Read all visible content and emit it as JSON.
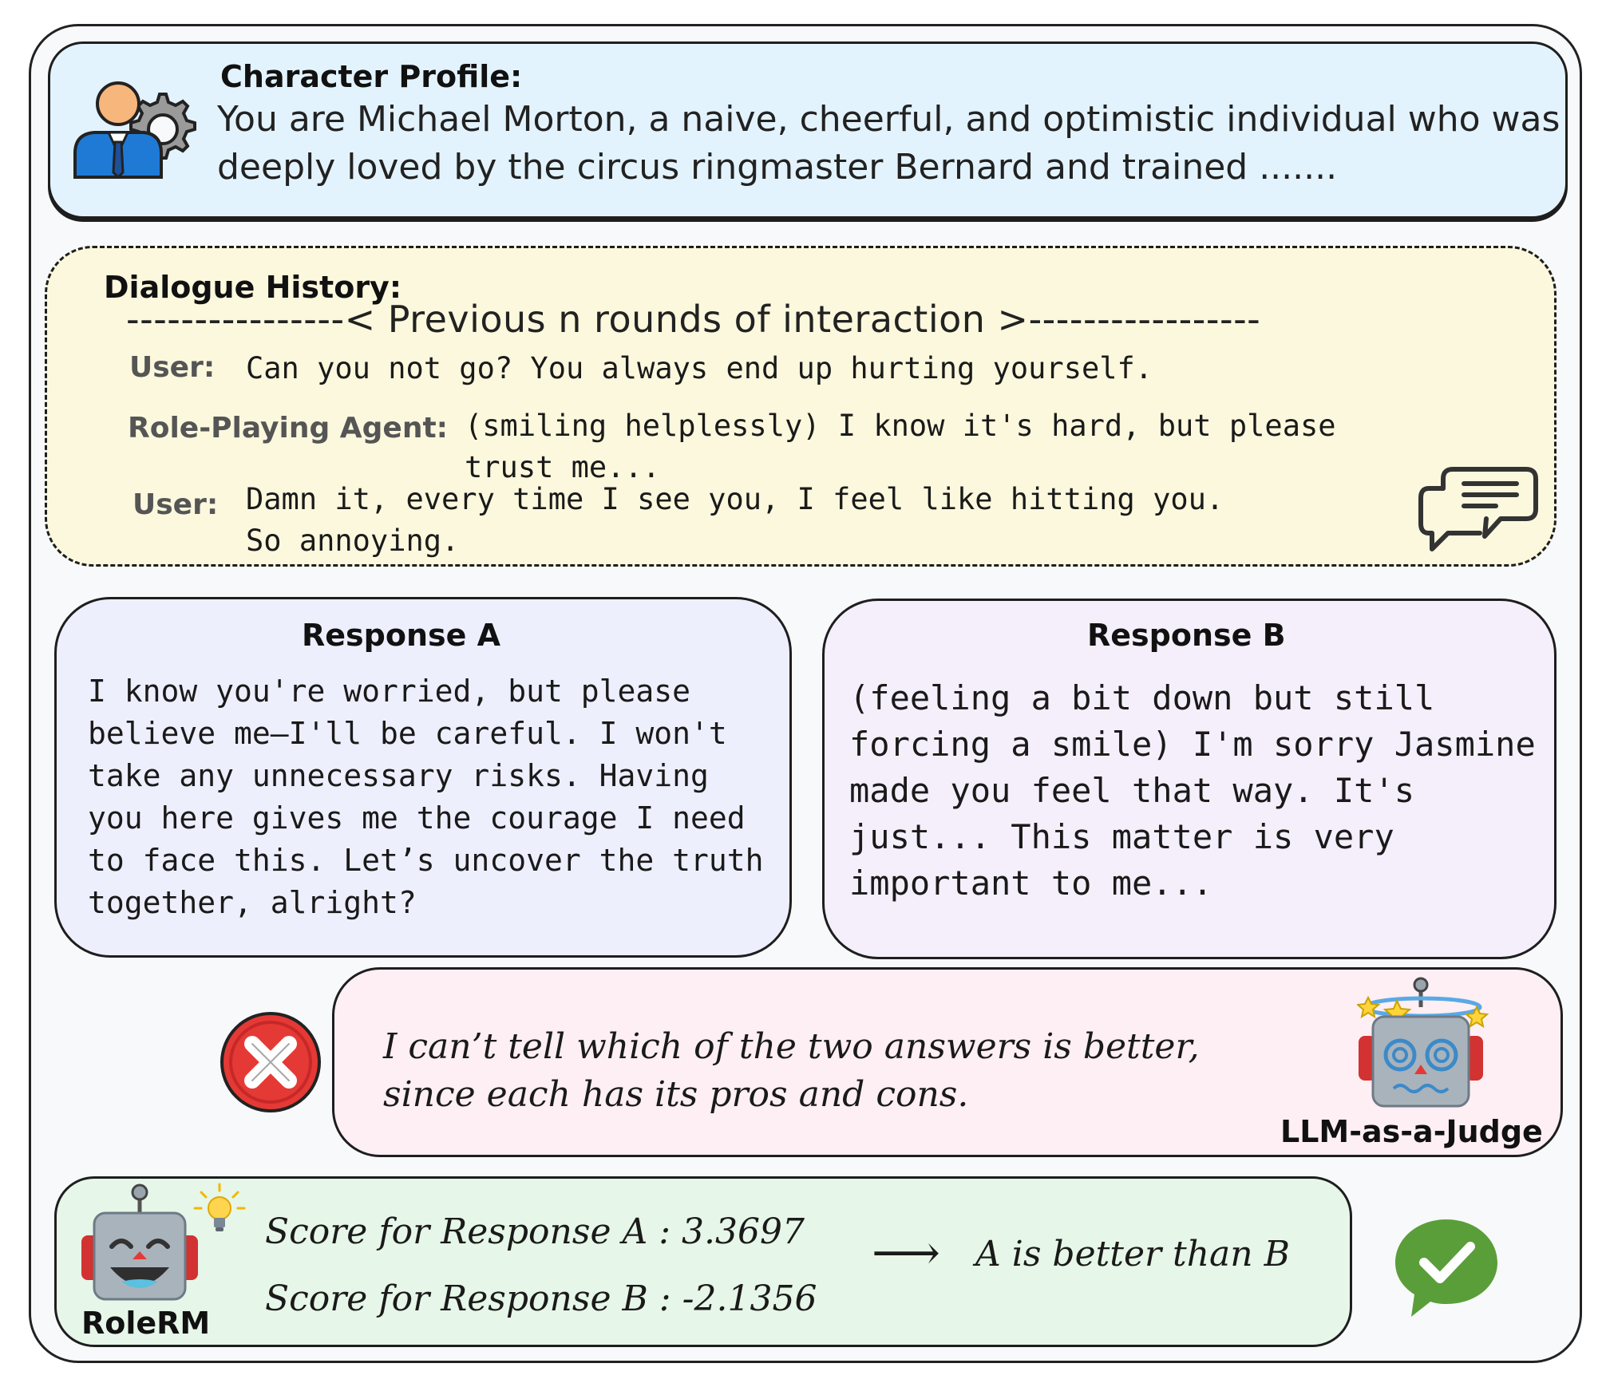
{
  "profile": {
    "heading": "Character Profile:",
    "line1": "You are Michael Morton, a naive, cheerful, and optimistic individual who was",
    "line2": "deeply loved by the circus ringmaster Bernard and trained ......."
  },
  "history": {
    "heading": "Dialogue History:",
    "divider": "----------------< Previous n rounds of interaction >-----------------",
    "turns": [
      {
        "speaker": "User:",
        "text": "Can you not go? You always end up hurting yourself."
      },
      {
        "speaker": "Role-Playing Agent:",
        "line1": "(smiling helplessly) I know it's hard, but please",
        "line2": "trust me..."
      },
      {
        "speaker": "User:",
        "line1": "Damn it, every time I see you, I feel like hitting you.",
        "line2": "So annoying."
      }
    ]
  },
  "responseA": {
    "title": "Response A",
    "lines": [
      "I know you're worried, but please",
      "believe me—I'll be careful. I won't",
      "take any unnecessary risks. Having",
      "you here gives me the courage I need",
      "to face this. Let’s uncover the truth",
      "together, alright?"
    ]
  },
  "responseB": {
    "title": "Response B",
    "lines": [
      "(feeling a bit down but still",
      "forcing a smile) I'm sorry Jasmine",
      "made you feel that way. It's",
      "just... This matter is very",
      "important to me..."
    ]
  },
  "judge": {
    "line1": "I can’t tell which of the two answers is better,",
    "line2": "since each has its pros and cons.",
    "label": "LLM-as-a-Judge"
  },
  "rolerm": {
    "label": "RoleRM",
    "scoreA": "Score for Response A : 3.3697",
    "scoreB": "Score for Response B : -2.1356",
    "arrow": "⟶",
    "verdict": "A is better than B"
  },
  "icons": {
    "profile": "user-gear-icon",
    "chat": "chat-bubbles-icon",
    "wrong": "cross-icon",
    "judge-robot": "dizzy-robot-icon",
    "rolerm-robot": "happy-robot-icon",
    "idea": "lightbulb-icon",
    "correct": "check-bubble-icon"
  },
  "colors": {
    "profile_bg": "#e3f3fd",
    "history_bg": "#fbf8dd",
    "responseA_bg": "#eeeffd",
    "responseB_bg": "#f5effc",
    "judge_bg": "#fdeff3",
    "rolerm_bg": "#e6f6e8",
    "wrong_red": "#e53935",
    "correct_green": "#5a9e3a"
  }
}
